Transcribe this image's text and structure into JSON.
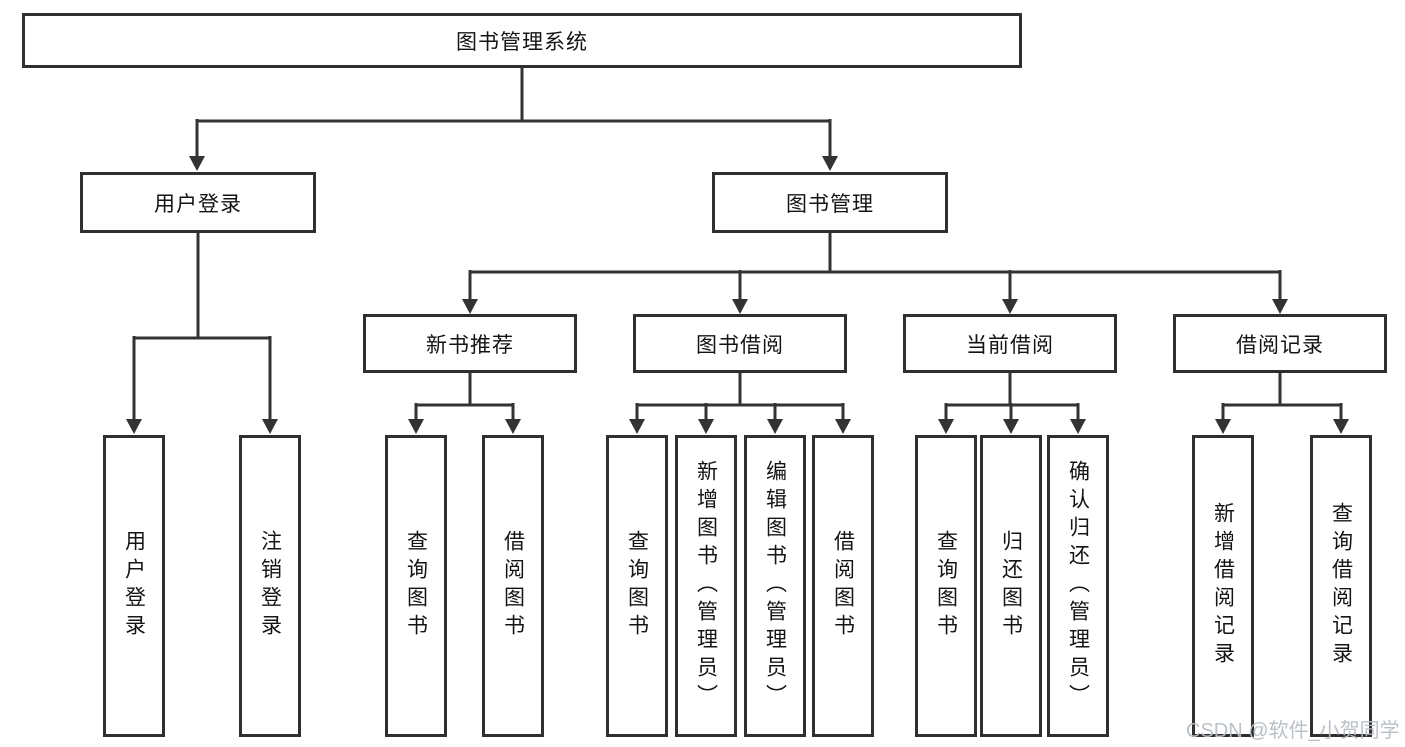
{
  "colors": {
    "line": "#333333",
    "box_border": "#2f2f2f",
    "text": "#141414",
    "background": "#ffffff",
    "watermark": "#b7bdc5"
  },
  "watermark": "CSDN @软件_小贺同学",
  "tree": {
    "root": {
      "label": "图书管理系统"
    },
    "level2": [
      {
        "label": "用户登录",
        "children": [
          {
            "label": "用户登录"
          },
          {
            "label": "注销登录"
          }
        ]
      },
      {
        "label": "图书管理",
        "children": [
          {
            "label": "新书推荐",
            "children": [
              {
                "label": "查询图书"
              },
              {
                "label": "借阅图书"
              }
            ]
          },
          {
            "label": "图书借阅",
            "children": [
              {
                "label": "查询图书"
              },
              {
                "label": "新增图书（管理员）"
              },
              {
                "label": "编辑图书（管理员）"
              },
              {
                "label": "借阅图书"
              }
            ]
          },
          {
            "label": "当前借阅",
            "children": [
              {
                "label": "查询图书"
              },
              {
                "label": "归还图书"
              },
              {
                "label": "确认归还（管理员）"
              }
            ]
          },
          {
            "label": "借阅记录",
            "children": [
              {
                "label": "新增借阅记录"
              },
              {
                "label": "查询借阅记录"
              }
            ]
          }
        ]
      }
    ]
  }
}
